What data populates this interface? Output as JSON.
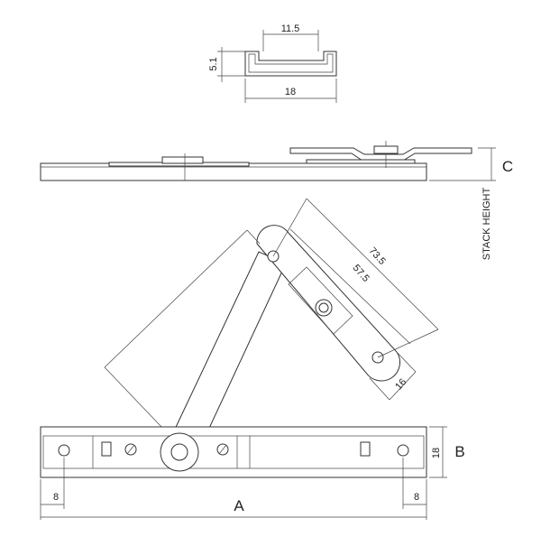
{
  "profile_section": {
    "width_top": "11.5",
    "height": "5.1",
    "width_bottom": "18"
  },
  "side_view": {
    "label_c": "C",
    "stack_height_label": "STACK HEIGHT"
  },
  "arm_dims": {
    "long": "73.5",
    "short": "57.5",
    "end_width": "16"
  },
  "track_dims": {
    "height": "18",
    "label_b": "B",
    "left_offset": "8",
    "right_offset": "8",
    "label_a": "A"
  }
}
